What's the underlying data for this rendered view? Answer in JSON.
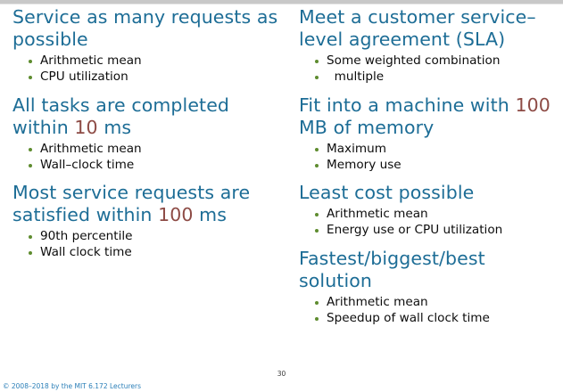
{
  "slide": {
    "page_number": "30",
    "footer_credit": "© 2008–2018 by the MIT 6.172 Lecturers",
    "colors": {
      "heading_blue": "#1d6d96",
      "highlight_maroon": "#8d4b45",
      "bullet_green": "#5e8c2f",
      "body_text": "#0c0c0c",
      "background": "#ffffff",
      "top_band": "#c8c8c8"
    }
  },
  "left_column": {
    "blocks": [
      {
        "heading_pre": "Service as many requests as possible",
        "heading_highlight": "",
        "heading_post": "",
        "bullets": [
          "Arithmetic mean",
          "CPU utilization"
        ]
      },
      {
        "heading_pre": "All tasks are completed within ",
        "heading_highlight": "10",
        "heading_post": " ms",
        "bullets": [
          "Arithmetic mean",
          "Wall–clock time"
        ]
      },
      {
        "heading_pre": "Most service requests are satisfied within ",
        "heading_highlight": "100",
        "heading_post": " ms",
        "bullets": [
          "90th percentile",
          "Wall clock time"
        ]
      }
    ]
  },
  "right_column": {
    "blocks": [
      {
        "heading_pre": "Meet a customer service–level agreement (SLA)",
        "heading_highlight": "",
        "heading_post": "",
        "bullets": [
          "Some weighted combination",
          "  multiple"
        ]
      },
      {
        "heading_pre": "Fit into a machine with ",
        "heading_highlight": "100",
        "heading_post": " MB of memory",
        "bullets": [
          "Maximum",
          "Memory use"
        ]
      },
      {
        "heading_pre": "Least cost possible",
        "heading_highlight": "",
        "heading_post": "",
        "bullets": [
          "Arithmetic mean",
          "Energy use or CPU utilization"
        ]
      },
      {
        "heading_pre": "Fastest/biggest/best solution",
        "heading_highlight": "",
        "heading_post": "",
        "bullets": [
          "Arithmetic mean",
          "Speedup of wall clock time"
        ]
      }
    ]
  }
}
